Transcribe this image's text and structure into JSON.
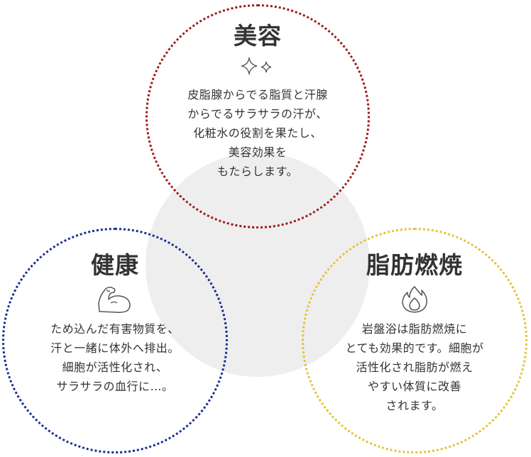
{
  "colors": {
    "beauty": "#a11a1a",
    "health": "#1b2e94",
    "burn": "#e5c33a",
    "center": "#eeeeee"
  },
  "beauty": {
    "title": "美容",
    "icon": "sparkle-icon",
    "text": "皮脂腺からでる脂質と汗腺\nからでるサラサラの汗が、\n化粧水の役割を果たし、\n美容効果を\nもたらします。"
  },
  "health": {
    "title": "健康",
    "icon": "flexed-arm-icon",
    "text": "ため込んだ有害物質を、\n汗と一緒に体外へ排出。\n細胞が活性化され、\nサラサラの血行に…。"
  },
  "burn": {
    "title": "脂肪燃焼",
    "icon": "flame-icon",
    "text": "岩盤浴は脂肪燃焼に\nとても効果的です。細胞が\n活性化され脂肪が燃え\nやすい体質に改善\nされます。"
  }
}
